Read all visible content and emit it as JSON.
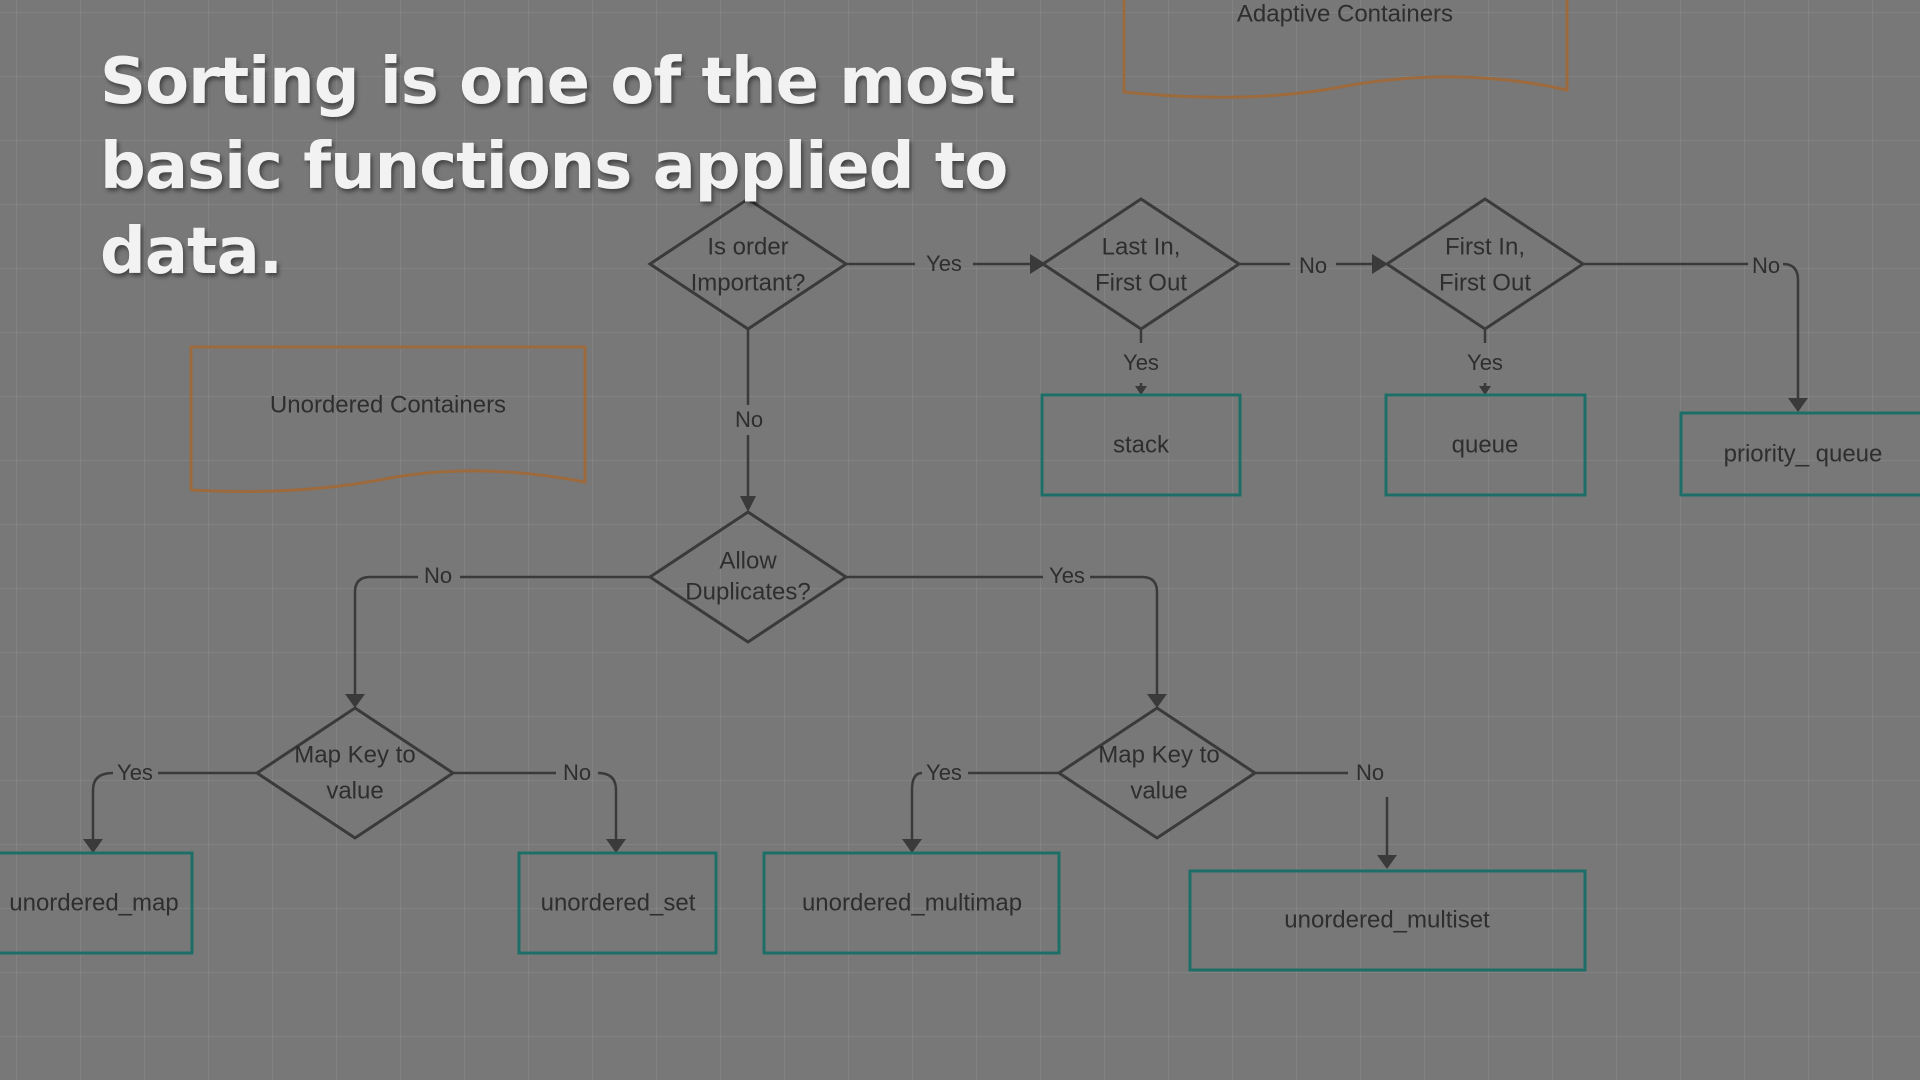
{
  "groups": {
    "adaptive": "Adaptive Containers",
    "unordered": "Unordered Containers"
  },
  "decisions": {
    "order": [
      "Is order",
      "Important?"
    ],
    "lifo": [
      "Last In,",
      "First Out"
    ],
    "fifo": [
      "First In,",
      "First Out"
    ],
    "duplicates": [
      "Allow",
      "Duplicates?"
    ],
    "map_left": [
      "Map Key to",
      "value"
    ],
    "map_right": [
      "Map Key to",
      "value"
    ]
  },
  "edges": {
    "order_yes": "Yes",
    "lifo_no": "No",
    "fifo_no": "No",
    "lifo_yes": "Yes",
    "fifo_yes": "Yes",
    "order_no": "No",
    "dup_no": "No",
    "dup_yes": "Yes",
    "mapl_yes": "Yes",
    "mapl_no": "No",
    "mapr_yes": "Yes",
    "mapr_no": "No"
  },
  "containers": {
    "stack": "stack",
    "queue": "queue",
    "priority_queue": "priority_ queue",
    "unordered_map": "unordered_map",
    "unordered_set": "unordered_set",
    "unordered_multimap": "unordered_multimap",
    "unordered_multiset": "unordered_multiset"
  },
  "caption": {
    "line1": "Sorting is one of the most",
    "line2": "basic functions applied to",
    "line3": "data."
  }
}
